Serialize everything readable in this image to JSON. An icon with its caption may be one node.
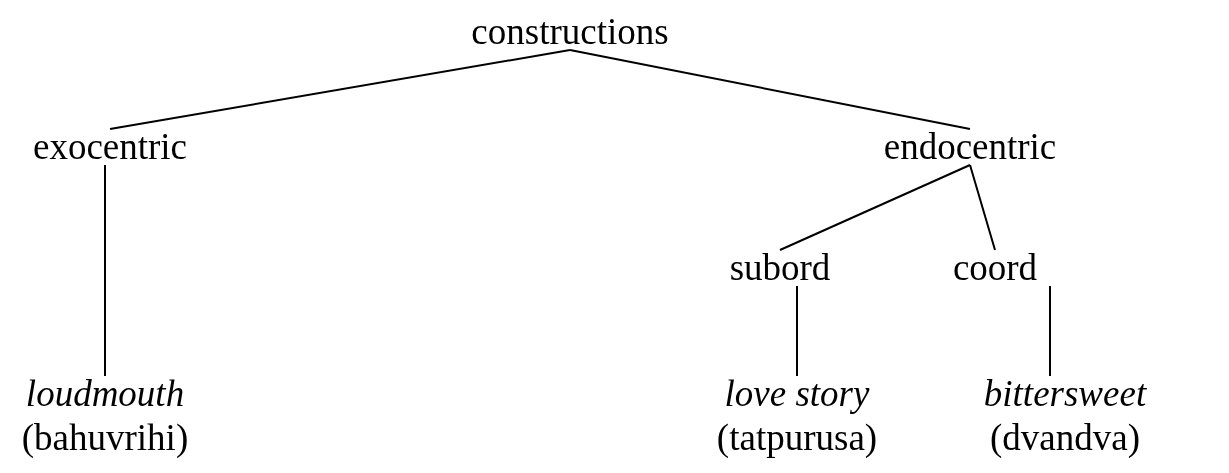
{
  "diagram": {
    "nodes": [
      {
        "text": [
          "constructions"
        ]
      },
      {
        "text": [
          "exocentric"
        ]
      },
      {
        "text": [
          "endocentric"
        ]
      },
      {
        "text": [
          "loudmouth",
          "(bahuvrihi)"
        ]
      },
      {
        "text": [
          "subord"
        ]
      },
      {
        "text": [
          "coord"
        ]
      },
      {
        "text": [
          "love story",
          "(tatpurusa)"
        ]
      },
      {
        "text": [
          "bittersweet",
          "(dvandva)"
        ]
      }
    ],
    "edges": [
      {
        "from": 0,
        "to": 1,
        "arrow": "none"
      },
      {
        "from": 0,
        "to": 2,
        "arrow": "none"
      },
      {
        "from": 1,
        "to": 3,
        "arrow": "none"
      },
      {
        "from": 2,
        "to": 4,
        "arrow": "none"
      },
      {
        "from": 2,
        "to": 5,
        "arrow": "none"
      },
      {
        "from": 4,
        "to": 6,
        "arrow": "none"
      },
      {
        "from": 5,
        "to": 7,
        "arrow": "none"
      }
    ]
  }
}
